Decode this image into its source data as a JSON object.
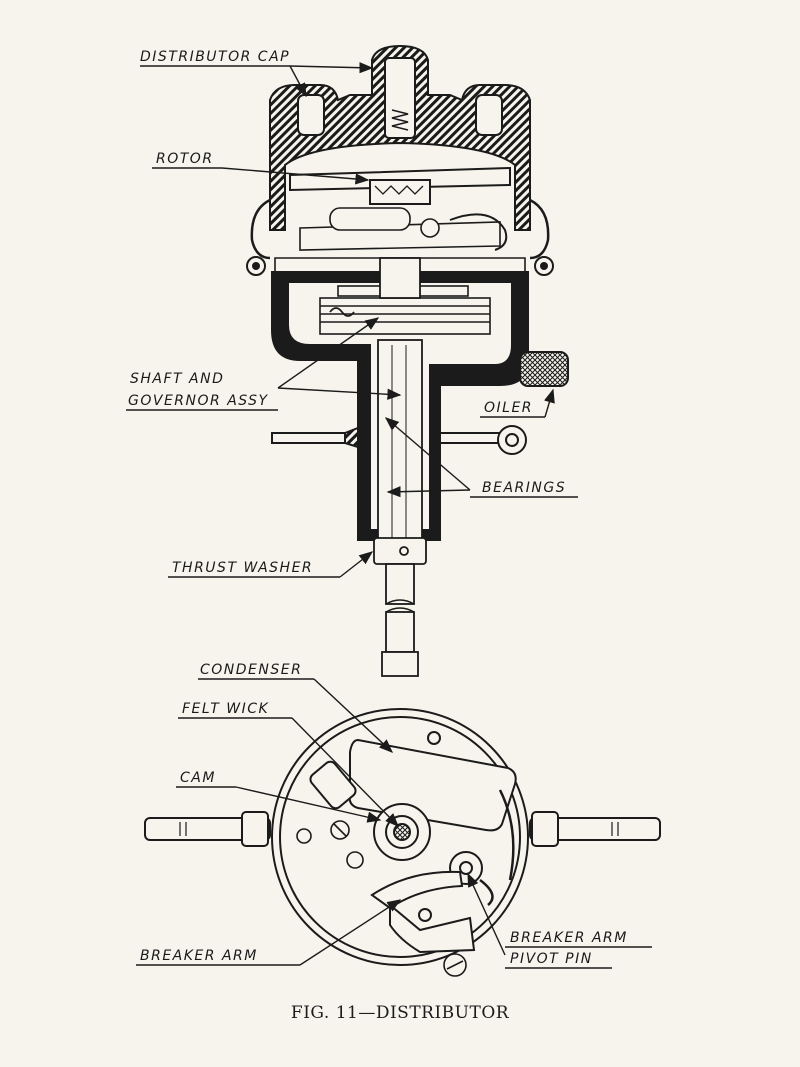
{
  "labels": {
    "distributor_cap": "DISTRIBUTOR CAP",
    "rotor": "ROTOR",
    "shaft_line1": "SHAFT AND",
    "shaft_line2": "GOVERNOR ASSY",
    "oiler": "OILER",
    "bearings": "BEARINGS",
    "thrust_washer": "THRUST WASHER",
    "condenser": "CONDENSER",
    "felt_wick": "FELT WICK",
    "cam": "CAM",
    "breaker_arm": "BREAKER ARM",
    "breaker_arm_pivot_line1": "BREAKER ARM",
    "breaker_arm_pivot_line2": "PIVOT PIN"
  },
  "caption": "FIG. 11—DISTRIBUTOR"
}
